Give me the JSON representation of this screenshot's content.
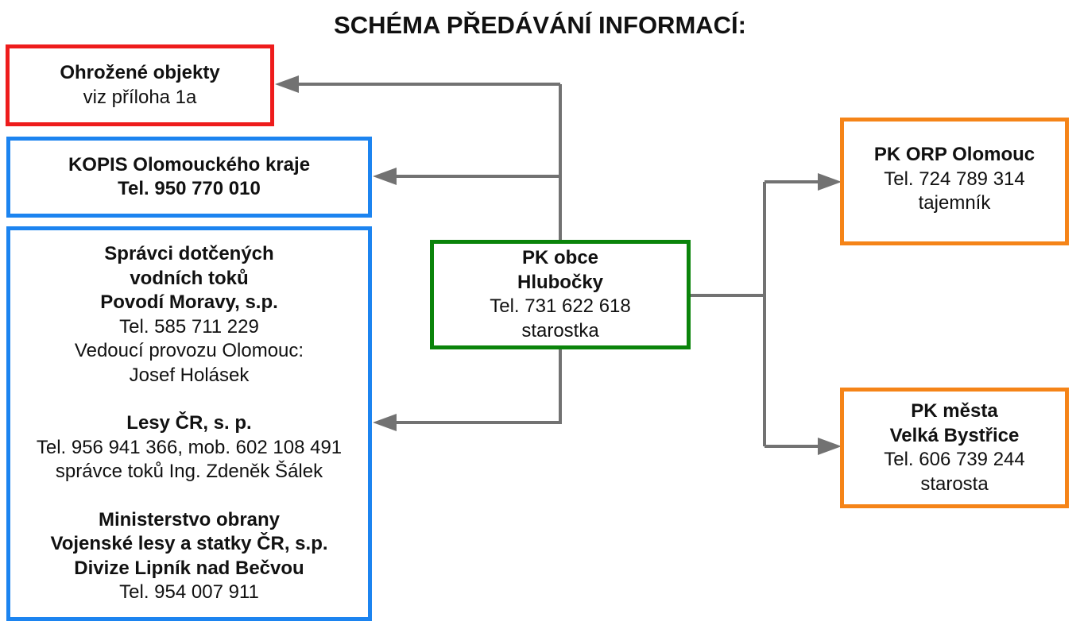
{
  "title": "SCHÉMA PŘEDÁVÁNÍ INFORMACÍ:",
  "colors": {
    "red": "#ee1c1c",
    "blue": "#1c84f0",
    "green": "#0a840a",
    "orange": "#f58418",
    "connector": "#727272"
  },
  "boxes": {
    "endangered": {
      "name": "Ohrožené objekty",
      "note": "viz příloha 1a"
    },
    "kopis": {
      "name": "KOPIS Olomouckého kraje",
      "phone": "Tel. 950 770 010"
    },
    "water": {
      "heading_1": "Správci dotčených",
      "heading_2": "vodních toků",
      "povodi": {
        "name": "Povodí Moravy, s.p.",
        "phone": "Tel. 585 711 229",
        "role": "Vedoucí provozu Olomouc:",
        "person": "Josef Holásek"
      },
      "lesy": {
        "name": "Lesy ČR, s. p.",
        "phone": "Tel. 956 941 366, mob. 602 108 491",
        "person": "správce toků Ing. Zdeněk Šálek"
      },
      "defense": {
        "name_1": "Ministerstvo obrany",
        "name_2": "Vojenské lesy a statky ČR, s.p.",
        "name_3": "Divize Lipník nad Bečvou",
        "phone": "Tel. 954 007 911"
      }
    },
    "center": {
      "name_1": "PK obce",
      "name_2": "Hlubočky",
      "phone": "Tel. 731 622 618",
      "role": "starostka"
    },
    "orp": {
      "name": "PK ORP Olomouc",
      "phone": "Tel. 724 789 314",
      "role": "tajemník"
    },
    "bystrice": {
      "name_1": "PK města",
      "name_2": "Velká Bystřice",
      "phone": "Tel. 606 739 244",
      "role": "starosta"
    }
  }
}
